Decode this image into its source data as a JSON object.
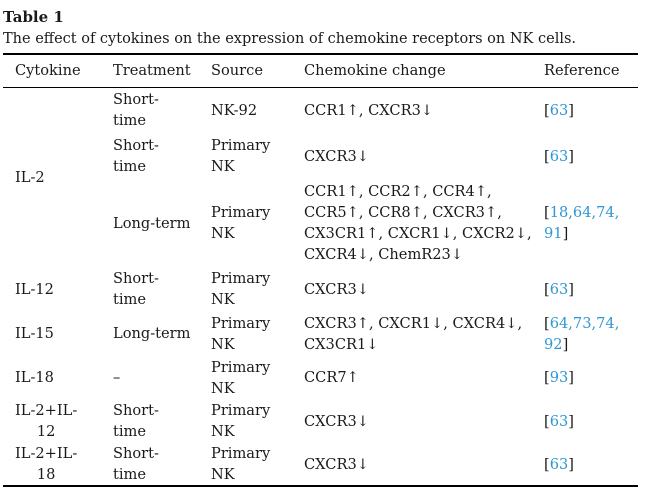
{
  "title": "Table 1",
  "caption": "The effect of cytokines on the expression of chemokine receptors on NK cells.",
  "columns": [
    "Cytokine",
    "Treatment",
    "Source",
    "Chemokine change",
    "Reference"
  ],
  "colors": {
    "citation_blue": "#2f97d4",
    "text": "#1a1a1a",
    "rule": "#000000"
  },
  "rows": [
    {
      "cytokine": {
        "lines": [
          "IL-2"
        ],
        "rowspan": 3
      },
      "treatment": [
        "Short-",
        "time"
      ],
      "source": [
        "NK-92"
      ],
      "chemokine": [
        "CCR1↑, CXCR3↓"
      ],
      "reference": [
        [
          {
            "t": "["
          },
          {
            "t": "63",
            "link": true
          },
          {
            "t": "]"
          }
        ]
      ],
      "height": 46
    },
    {
      "treatment": [
        "Short-",
        "time"
      ],
      "source": [
        "Primary",
        "NK"
      ],
      "chemokine": [
        "CXCR3↓"
      ],
      "reference": [
        [
          {
            "t": "["
          },
          {
            "t": "63",
            "link": true
          },
          {
            "t": "]"
          }
        ]
      ],
      "height": 46
    },
    {
      "treatment": [
        "Long-term"
      ],
      "source": [
        "Primary",
        "NK"
      ],
      "chemokine": [
        "CCR1↑, CCR2↑, CCR4↑,",
        "CCR5↑, CCR8↑, CXCR3↑,",
        "CX3CR1↑, CXCR1↓, CXCR2↓,",
        "CXCR4↓, ChemR23↓"
      ],
      "reference": [
        [
          {
            "t": "["
          },
          {
            "t": "18,64,74,",
            "link": true
          }
        ],
        [
          {
            "t": "91",
            "link": true
          },
          {
            "t": "]"
          }
        ]
      ],
      "height": 88
    },
    {
      "cytokine": {
        "lines": [
          "IL-12"
        ],
        "rowspan": 1
      },
      "treatment": [
        "Short-",
        "time"
      ],
      "source": [
        "Primary",
        "NK"
      ],
      "chemokine": [
        "CXCR3↓"
      ],
      "reference": [
        [
          {
            "t": "["
          },
          {
            "t": "63",
            "link": true
          },
          {
            "t": "]"
          }
        ]
      ],
      "height": 44
    },
    {
      "cytokine": {
        "lines": [
          "IL-15"
        ],
        "rowspan": 1
      },
      "treatment": [
        "Long-term"
      ],
      "source": [
        "Primary",
        "NK"
      ],
      "chemokine": [
        "CXCR3↑, CXCR1↓, CXCR4↓,",
        "CX3CR1↓"
      ],
      "reference": [
        [
          {
            "t": "["
          },
          {
            "t": "64,73,74,",
            "link": true
          }
        ],
        [
          {
            "t": "92",
            "link": true
          },
          {
            "t": "]"
          }
        ]
      ],
      "height": 45
    },
    {
      "cytokine": {
        "lines": [
          "IL-18"
        ],
        "rowspan": 1
      },
      "treatment": [
        "–"
      ],
      "source": [
        "Primary",
        "NK"
      ],
      "chemokine": [
        "CCR7↑"
      ],
      "reference": [
        [
          {
            "t": "["
          },
          {
            "t": "93",
            "link": true
          },
          {
            "t": "]"
          }
        ]
      ],
      "height": 43
    },
    {
      "cytokine": {
        "lines": [
          "IL-2+IL-",
          "12"
        ],
        "rowspan": 1
      },
      "treatment": [
        "Short-",
        "time"
      ],
      "source": [
        "Primary",
        "NK"
      ],
      "chemokine": [
        "CXCR3↓"
      ],
      "reference": [
        [
          {
            "t": "["
          },
          {
            "t": "63",
            "link": true
          },
          {
            "t": "]"
          }
        ]
      ],
      "height": 44
    },
    {
      "cytokine": {
        "lines": [
          "IL-2+IL-",
          "18"
        ],
        "rowspan": 1
      },
      "treatment": [
        "Short-",
        "time"
      ],
      "source": [
        "Primary",
        "NK"
      ],
      "chemokine": [
        "CXCR3↓"
      ],
      "reference": [
        [
          {
            "t": "["
          },
          {
            "t": "63",
            "link": true
          },
          {
            "t": "]"
          }
        ]
      ],
      "height": 43
    }
  ]
}
